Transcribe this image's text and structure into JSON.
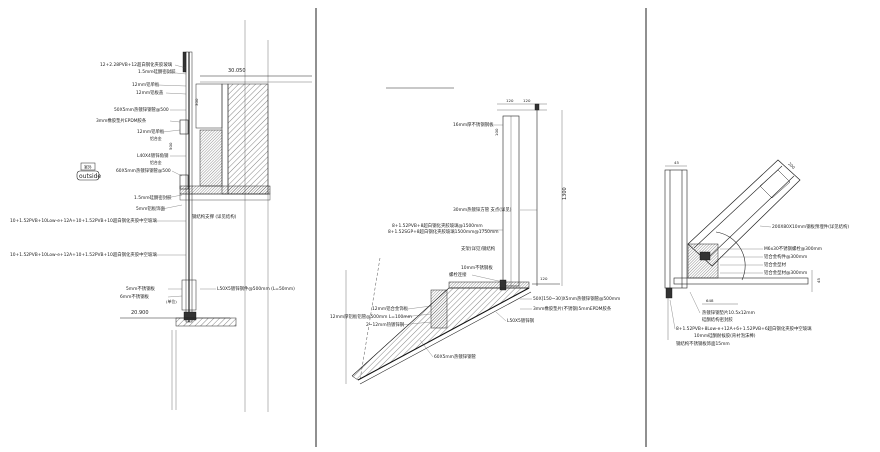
{
  "panel1": {
    "labels": {
      "glass_top": "12+2.28PVB+12超白钢化夹胶玻璃",
      "sealant_15": "1.5mm硅酮密封胶",
      "plate_12a": "12mm铝单板",
      "plate_12b": "12mm铝板盖",
      "tube_50x5": "50X5mm热镀锌钢管@500",
      "epdm_3": "3mm橡胶垫片EPDM胶条",
      "plate_12c": "12mm铝单板",
      "sub_a": "铝合金",
      "angle_40": "L40X4镀锌角钢",
      "sub_b": "铝合金",
      "tube_60x5": "60X5mm热镀锌钢管@500",
      "sealant_15b": "1.5mm硅酮密封胶",
      "plate_5": "5mm铝板饰面",
      "glass_mid": "10+1.52PVB+10Low-e+12A+10+1.52PVB+10超白钢化夹胶中空玻璃",
      "glass_low": "10+1.52PVB+10Low-e+12A+10+1.52PVB+10超白钢化夹胶中空玻璃",
      "steel_5": "5mm不锈钢板",
      "steel_6": "6mm不锈钢板",
      "steel_sub": "(单位)",
      "angle_50": "L50X5镀锌钢件@500mm (L=50mm)",
      "bracket_note": "钢结构支撑 (详见结构)"
    },
    "dims": {
      "top_level": "30.050",
      "bottom_level": "20.900",
      "d_300": "300",
      "d_500": "500"
    },
    "badge": {
      "cn": "室外",
      "en": "outside"
    }
  },
  "panel2": {
    "labels": {
      "title_note": "",
      "steel_16": "16mm厚不锈钢钢板",
      "tube_30": "30mm热镀锌方管 支点(详见)",
      "glass_a": "8+1.52PVB+8超白钢化夹胶玻璃@1500mm",
      "glass_b": "8+1.52SGP+8超白钢化夹胶玻璃1500mm@1750mm",
      "note_c": "支架(详见)钢结构",
      "steel_10": "10mm不锈钢板",
      "note_d": "螺栓连接",
      "tube_50": "50X[150~30]X5mm热镀锌钢管@500mm",
      "epdm_3": "3mm橡胶垫片(不锈钢)5mmEPDM胶条",
      "angle_50": "L50X5镀锌钢",
      "alu_12": "12mm铝合金饰板",
      "tube_12": "12mm厚铝板铝管@500mm L=100mm",
      "rod_2x12": "2~12mm热镀锌钢",
      "tube_60": "60X5mm热镀锌钢管"
    },
    "dims": {
      "d_120a": "120",
      "d_120b": "120",
      "d_100": "100",
      "d_1300": "1300",
      "d_120c": "120"
    }
  },
  "panel3": {
    "labels": {
      "tube_200": "200X80X10mm钢板预埋件(详见结构)",
      "bolt_m6": "M6x30不锈钢螺栓@300mm",
      "note_a": "铝合金构件@300mm",
      "note_b": "铝合金型材",
      "note_c": "铝合金型材@300mm",
      "pad_12": "热镀锌钢垫片10.5x12mm",
      "note_d": "硅酮结构密封胶",
      "glass": "8+1.52PVB+8Low-e+12A+6+1.52PVB+6超白钢化夹胶中空玻璃",
      "sealant": "10mm硅酮耐候胶(背衬泡沫棒)",
      "steel_15": "钢结构不锈钢板饰面15mm"
    },
    "dims": {
      "d_45a": "45",
      "d_45b": "45",
      "d_200": "200",
      "d_648": "648"
    }
  },
  "colors": {
    "line": "#222222",
    "background": "#ffffff",
    "watermark": "#c8c8c8"
  }
}
